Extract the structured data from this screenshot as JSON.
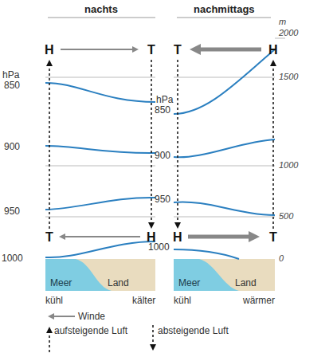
{
  "diagram": {
    "nodes": [
      {
        "text": [
          "Meer"
        ]
      },
      {
        "text": [
          "Land"
        ]
      },
      {
        "text": [
          "Meer"
        ]
      },
      {
        "text": [
          "Land"
        ]
      }
    ],
    "labels": [
      "nachts",
      "nachmittags",
      "m",
      "2000",
      "1500",
      "1000",
      "500",
      "0",
      "H",
      "T",
      "T",
      "H",
      "T",
      "H",
      "H",
      "T",
      "hPa",
      "850",
      "900",
      "950",
      "1000",
      "hPa",
      "850",
      "900",
      "950",
      "1000",
      "kühl",
      "kälter",
      "kühl",
      "wärmer"
    ],
    "legend": [
      {
        "text": "Winde"
      },
      {
        "text": "aufsteigende Luft"
      },
      {
        "text": "absteigende Luft"
      }
    ]
  }
}
